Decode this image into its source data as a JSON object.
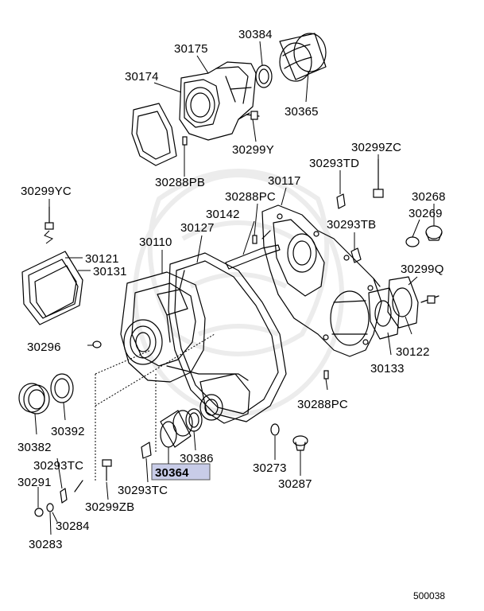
{
  "diagram": {
    "id_code": "500038",
    "highlight_color": "#c8cce8",
    "highlighted_part": "30364",
    "labels": {
      "l30384": "30384",
      "l30175": "30175",
      "l30174": "30174",
      "l30365": "30365",
      "l30299Y": "30299Y",
      "l30288PB": "30288PB",
      "l30299ZC": "30299ZC",
      "l30293TD": "30293TD",
      "l30117": "30117",
      "l30299YC": "30299YC",
      "l30288PC_top": "30288PC",
      "l30268": "30268",
      "l30142": "30142",
      "l30269": "30269",
      "l30127": "30127",
      "l30293TB": "30293TB",
      "l30110": "30110",
      "l30121": "30121",
      "l30131": "30131",
      "l30299Q": "30299Q",
      "l30296": "30296",
      "l30122": "30122",
      "l30133": "30133",
      "l30288PC_bot": "30288PC",
      "l30392": "30392",
      "l30382": "30382",
      "l30386": "30386",
      "l30293TC_left": "30293TC",
      "l30364": "30364",
      "l30273": "30273",
      "l30291": "30291",
      "l30293TC_mid": "30293TC",
      "l30287": "30287",
      "l30299ZB": "30299ZB",
      "l30284": "30284",
      "l30283": "30283"
    }
  }
}
